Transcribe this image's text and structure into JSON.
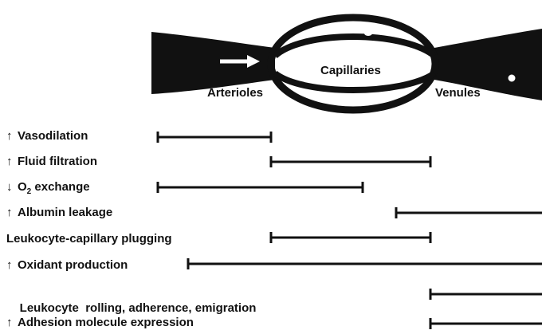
{
  "diagram": {
    "labels": {
      "arterioles": "Arterioles",
      "capillaries": "Capillaries",
      "venules": "Venules"
    }
  },
  "rows": [
    {
      "arrow": "↑",
      "label": "Vasodilation"
    },
    {
      "arrow": "↑",
      "label": "Fluid filtration"
    },
    {
      "arrow": "↓",
      "label_pre": "O",
      "label_sub": "2",
      "label_post": " exchange"
    },
    {
      "arrow": "↑",
      "label": "Albumin leakage"
    },
    {
      "arrow": "",
      "label": "Leukocyte-capillary plugging"
    },
    {
      "arrow": "↑",
      "label": "Oxidant production"
    },
    {
      "arrow": "",
      "label": "Leukocyte  rolling, adherence, emigration"
    },
    {
      "arrow": "↑",
      "label": "Adhesion molecule expression"
    }
  ]
}
